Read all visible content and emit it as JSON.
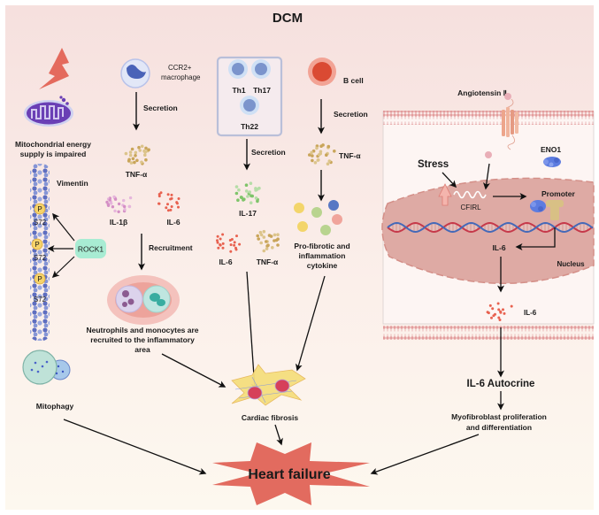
{
  "title": "DCM",
  "colors": {
    "bg_top": "#f6e0de",
    "bg_bottom": "#fdf7ef",
    "heart_failure": "#e26b5f",
    "membrane": "#e8a3a3",
    "nucleus": "#deaaa4",
    "cell_blue": "#7f95cf",
    "arrow": "#111111"
  },
  "left_column": {
    "mito_label_1": "Mitochondrial energy",
    "mito_label_2": "supply is impaired",
    "vimentin": "Vimentin",
    "phospho": "P",
    "site": "S72",
    "rock1": "ROCK1",
    "mitophagy": "Mitophagy"
  },
  "macrophage_column": {
    "cell_1": "CCR2+",
    "cell_2": "macrophage",
    "secretion": "Secretion",
    "tnf": "TNF-α",
    "il1b": "IL-1β",
    "il6": "IL-6",
    "recruitment": "Recruitment",
    "neutro_1": "Neutrophils and monocytes are",
    "neutro_2": "recruited to the inflammatory",
    "neutro_3": "area"
  },
  "t_cell_column": {
    "th1": "Th1",
    "th17": "Th17",
    "th22": "Th22",
    "secretion": "Secretion",
    "il17": "IL-17",
    "il6": "IL-6",
    "tnf": "TNF-α"
  },
  "b_cell_column": {
    "b_cell": "B cell",
    "secretion": "Secretion",
    "tnf": "TNF-α",
    "cyto_1": "Pro-fibrotic and",
    "cyto_2": "inflammation",
    "cyto_3": "cytokine"
  },
  "center": {
    "fibrosis": "Cardiac fibrosis",
    "heart_failure": "Heart failure"
  },
  "fibroblast_panel": {
    "angiotensin": "Angiotensin Ⅱ",
    "eno1": "ENO1",
    "stress": "Stress",
    "cfirl": "CFIRL",
    "promoter": "Promoter",
    "il6_nuclear": "IL-6",
    "nucleus": "Nucleus",
    "il6_secreted": "IL-6",
    "autocrine": "IL-6 Autocrine",
    "outcome_1": "Myofibroblast proliferation",
    "outcome_2": "and differentiation"
  }
}
